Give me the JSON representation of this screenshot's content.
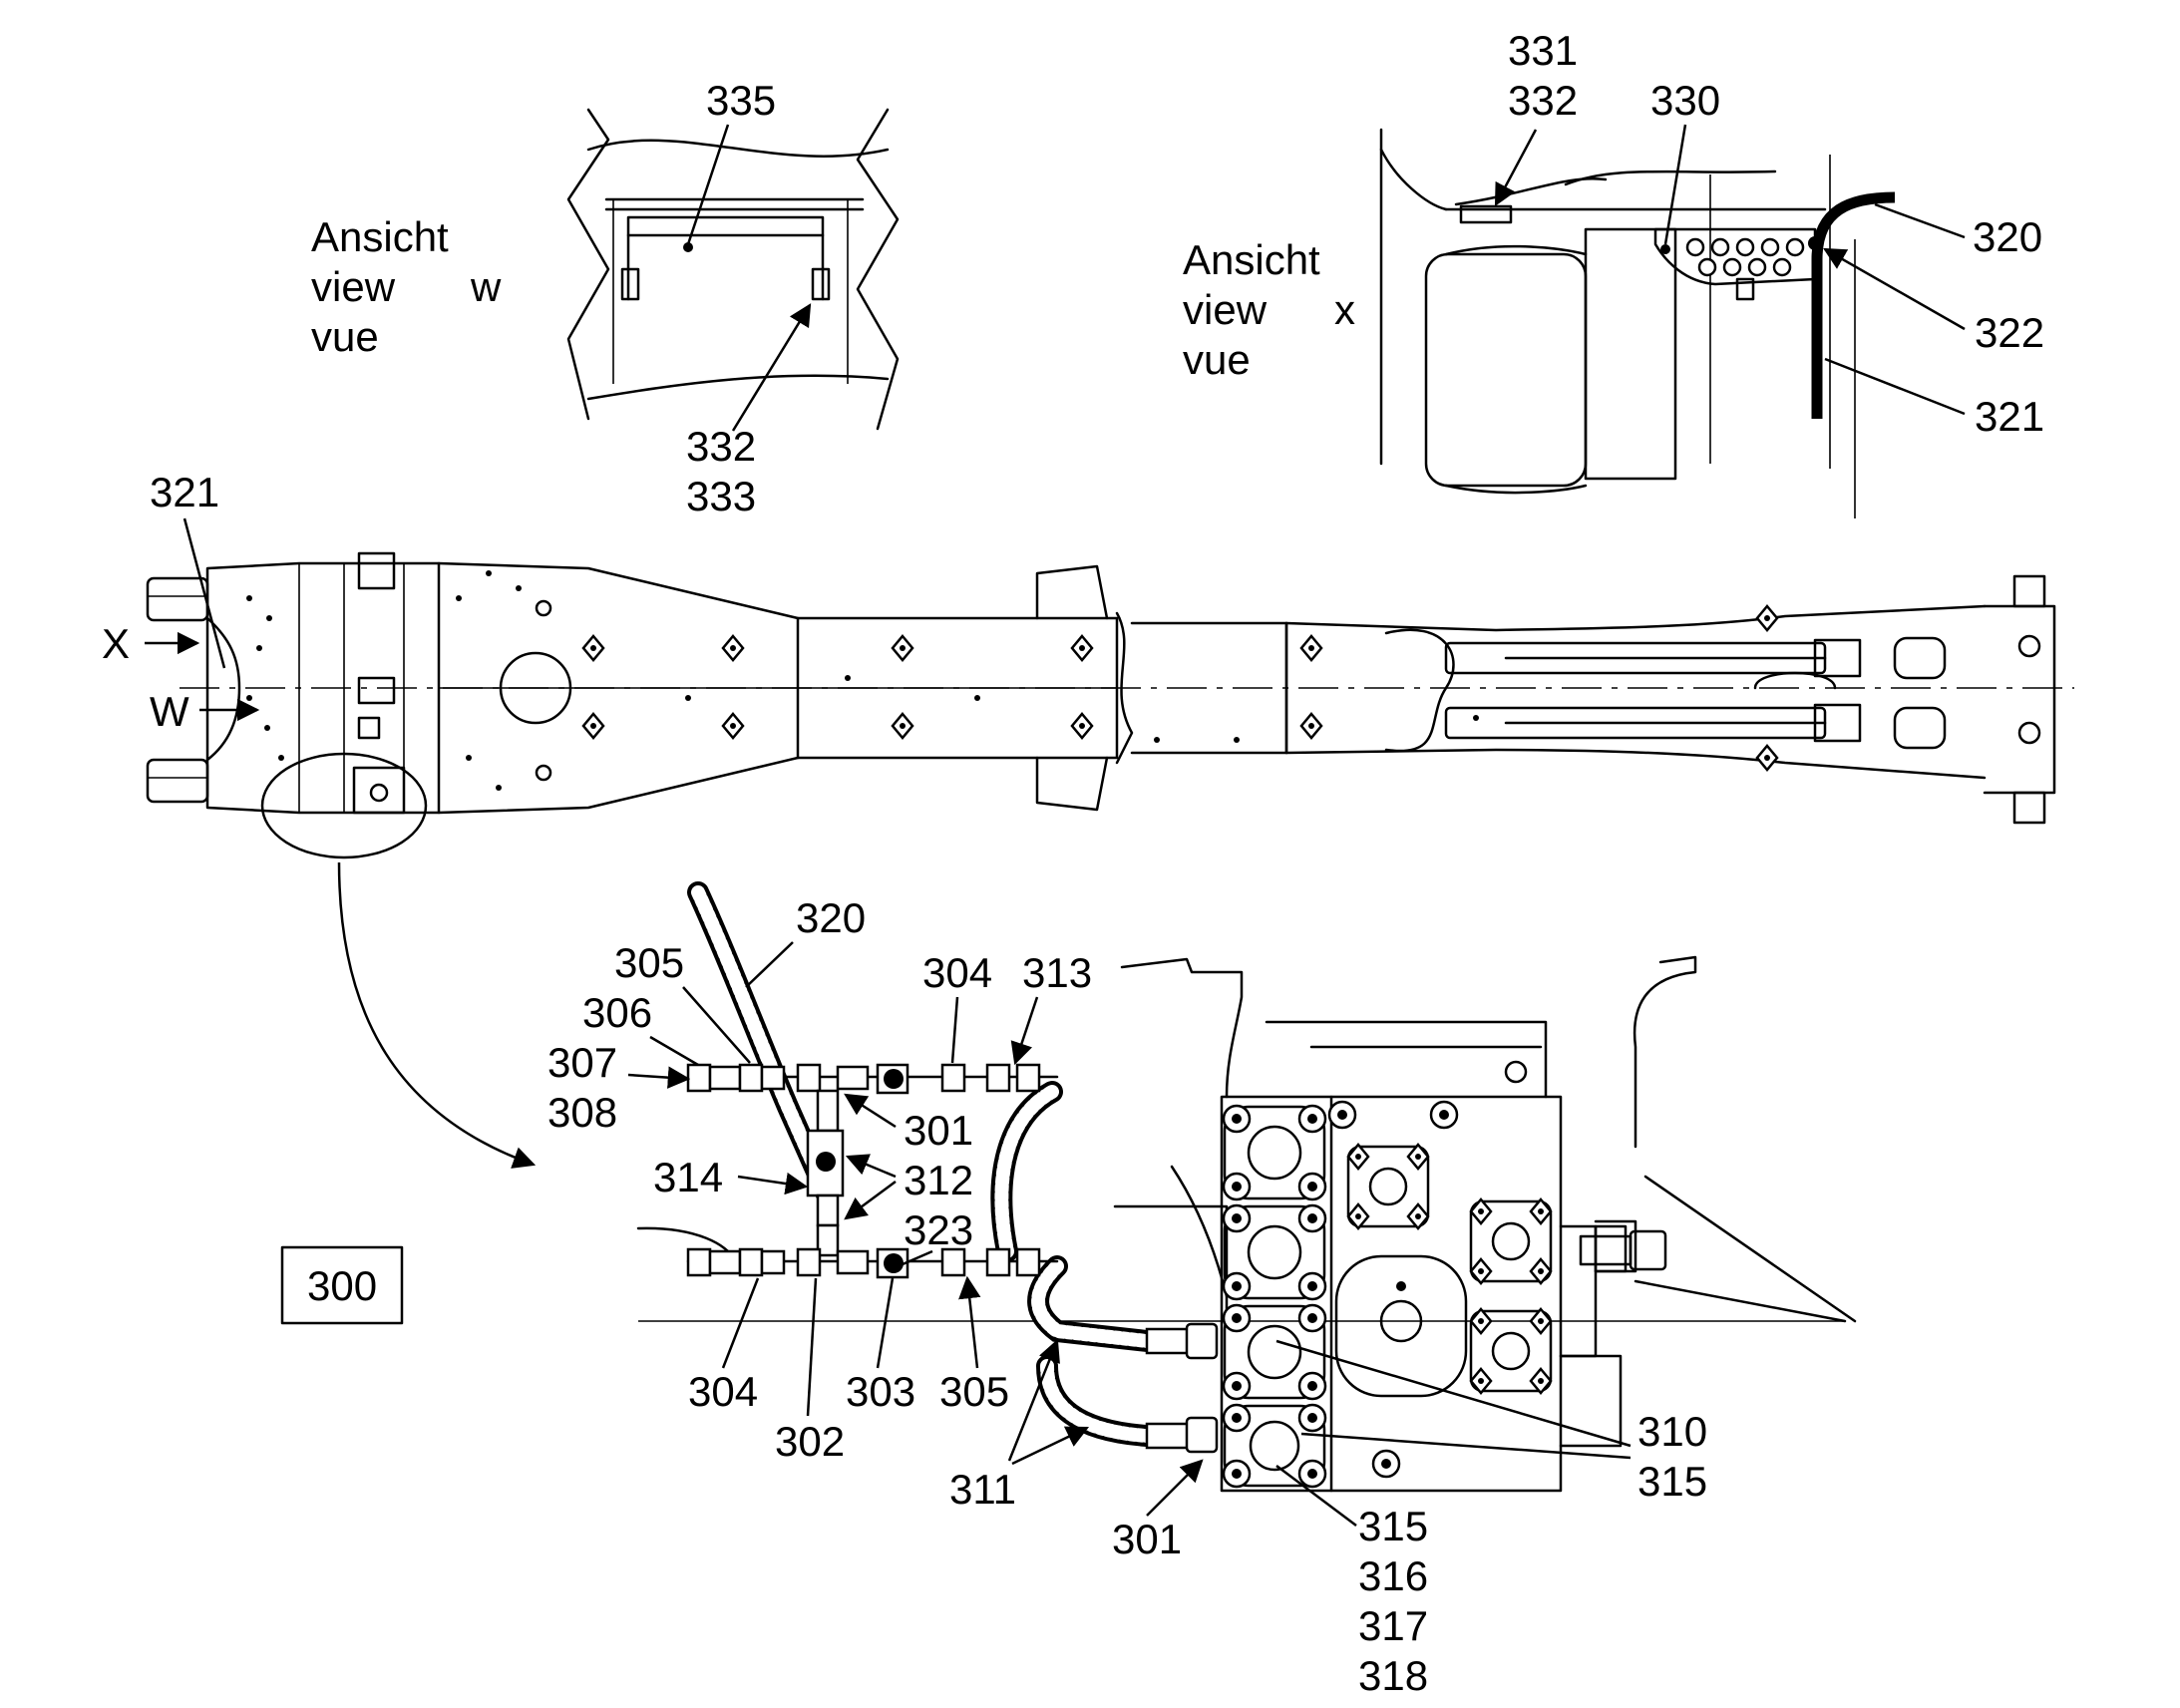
{
  "labels": {
    "view_w": {
      "l1": "Ansicht",
      "l2": "view",
      "l3": "vue",
      "letter": "w"
    },
    "view_x": {
      "l1": "Ansicht",
      "l2": "view",
      "l3": "vue",
      "letter": "x"
    },
    "arrow_x": "X",
    "arrow_w": "W",
    "box": "300",
    "parts": {
      "p335": "335",
      "p332_w": "332",
      "p333": "333",
      "p331": "331",
      "p332_x": "332",
      "p330": "330",
      "p320_x": "320",
      "p322": "322",
      "p321_x": "321",
      "p321_main": "321",
      "p320_d": "320",
      "p305_top": "305",
      "p306": "306",
      "p307": "307",
      "p308": "308",
      "p304_top": "304",
      "p313": "313",
      "p301_top": "301",
      "p312": "312",
      "p314": "314",
      "p323": "323",
      "p304_bot": "304",
      "p302": "302",
      "p303": "303",
      "p305_bot": "305",
      "p311": "311",
      "p301_bot": "301",
      "p310": "310",
      "p315_r": "315",
      "p315_b": "315",
      "p316": "316",
      "p317": "317",
      "p318": "318"
    }
  },
  "icons": {
    "arrow": "arrow-right-icon",
    "bolt": "bolt-circle-icon"
  }
}
